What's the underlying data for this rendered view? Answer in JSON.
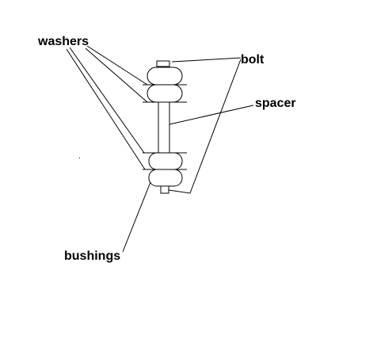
{
  "labels": {
    "washers": "washers",
    "bolt": "bolt",
    "spacer": "spacer",
    "bushings": "bushings"
  },
  "colors": {
    "background": "#ffffff",
    "ink": "#000000"
  }
}
